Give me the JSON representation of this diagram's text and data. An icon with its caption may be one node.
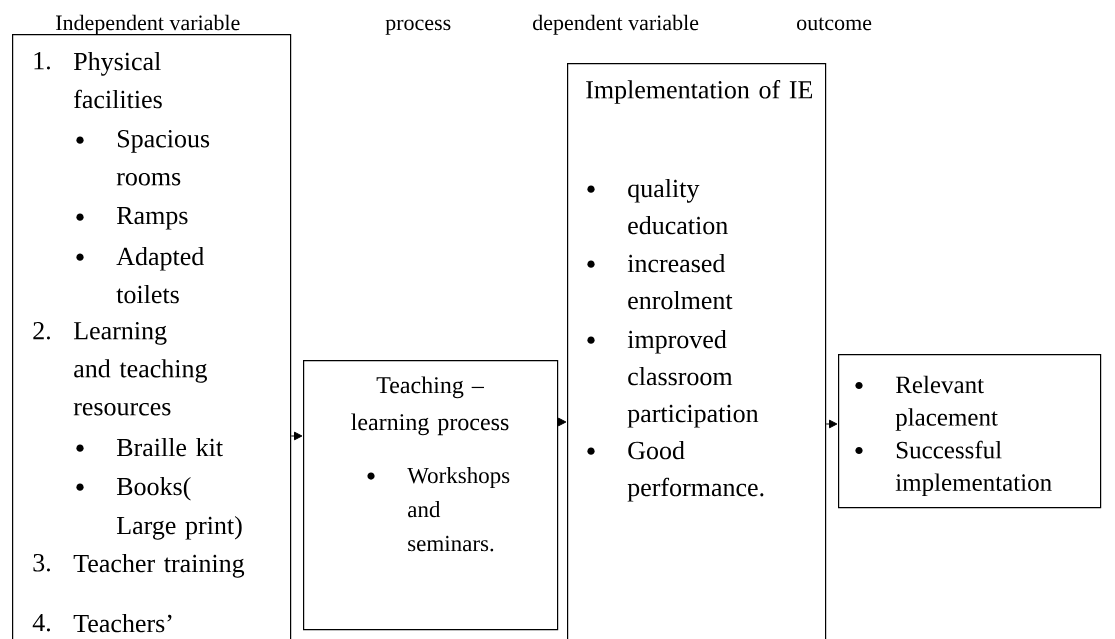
{
  "diagram": {
    "nodes": [
      {
        "text": [
          "1.",
          "Physical facilities",
          "Spacious rooms",
          "Ramps",
          "Adapted toilets",
          "2.",
          "Learning and teaching resources",
          "Braille kit",
          "Books( Large print)",
          "3.",
          "Teacher training",
          "4.",
          "Teachers’"
        ]
      },
      {
        "text": [
          "Teaching – learning process",
          "Workshops and seminars."
        ]
      },
      {
        "text": [
          "Implementation of IE",
          "quality education",
          "increased enrolment",
          "improved classroom participation",
          "Good performance."
        ]
      },
      {
        "text": [
          "Relevant placement",
          "Successful implementation"
        ]
      }
    ],
    "edges": [
      {
        "from": 0,
        "to": 1,
        "arrow": "to"
      },
      {
        "from": 1,
        "to": 2,
        "arrow": "to"
      },
      {
        "from": 2,
        "to": 3,
        "arrow": "to"
      }
    ],
    "labels": [
      "Independent variable",
      "process",
      "dependent variable",
      "outcome"
    ]
  }
}
